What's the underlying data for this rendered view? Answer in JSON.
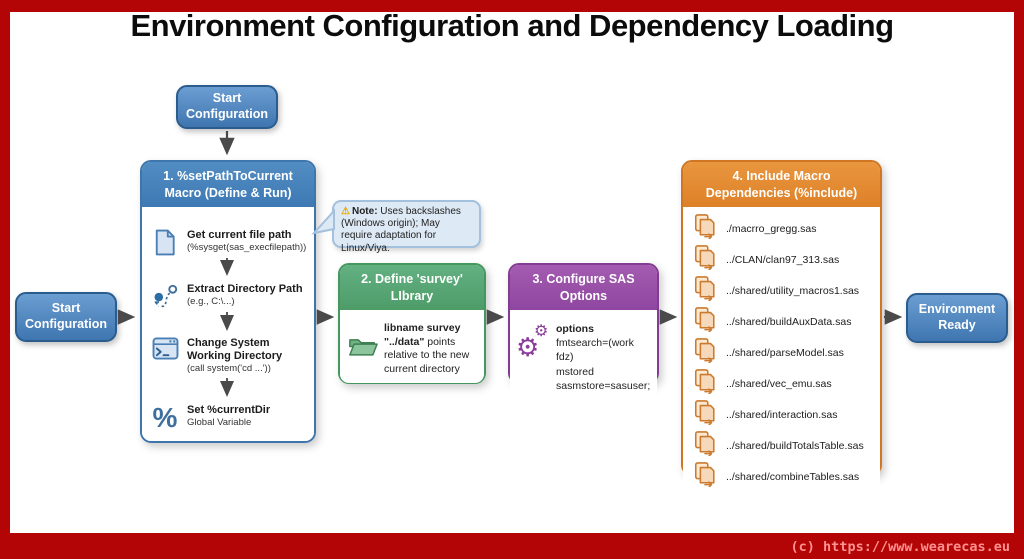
{
  "title": "Environment Configuration and Dependency Loading",
  "nodes": {
    "start_top": "Start Configuration",
    "start_left": "Start Configuration",
    "env_ready": "Environment Ready"
  },
  "box1": {
    "title": "1. %setPathToCurrent Macro (Define & Run)",
    "steps": [
      {
        "icon": "file-icon",
        "title": "Get current file path",
        "sub": "(%sysget(sas_execfilepath))"
      },
      {
        "icon": "route-pins-icon",
        "title": "Extract Directory Path",
        "sub": "(e.g., C:\\...)"
      },
      {
        "icon": "terminal-icon",
        "title": "Change System Working Directory",
        "sub": "(call system('cd ...'))"
      },
      {
        "icon": "percent-icon",
        "title": "Set %currentDir",
        "sub": "Global Variable"
      }
    ]
  },
  "note": {
    "icon": "warning-icon",
    "label": "Note:",
    "text": " Uses backslashes (Windows origin); May require adaptation for Linux/Viya."
  },
  "box2": {
    "title": "2. Define 'survey' LIbrary",
    "icon": "folder-icon",
    "line1": "libname survey",
    "line2_bold": "\"../data\"",
    "line2_rest": " points",
    "line3": "relative to the new current directory"
  },
  "box3": {
    "title": "3. Configure SAS Options",
    "icon": "gears-icon",
    "line1": "options",
    "line2": "fmtsearch=(work fdz)",
    "line3": "mstored",
    "line4": "sasmstore=sasuser;"
  },
  "box4": {
    "title": "4. Include Macro Dependencies (%include)",
    "file_icon": "stacked-docs-icon",
    "files": [
      "./macrro_gregg.sas",
      "../CLAN/clan97_313.sas",
      "../shared/utility_macros1.sas",
      "../shared/buildAuxData.sas",
      "../shared/parseModel.sas",
      "../shared/vec_emu.sas",
      "../shared/interaction.sas",
      "../shared/buildTotalsTable.sas",
      "../shared/combineTables.sas"
    ]
  },
  "footer": {
    "copyright": "(c) https://www.wearecas.eu"
  },
  "colors": {
    "frame_red": "#b30505",
    "node_blue": "#4580ba",
    "green": "#4d9c68",
    "purple": "#8f46a0",
    "orange": "#dd8128",
    "note_bg": "#dde9f5",
    "credit_text": "#ff9090",
    "arrow": "#4a4a4a"
  }
}
